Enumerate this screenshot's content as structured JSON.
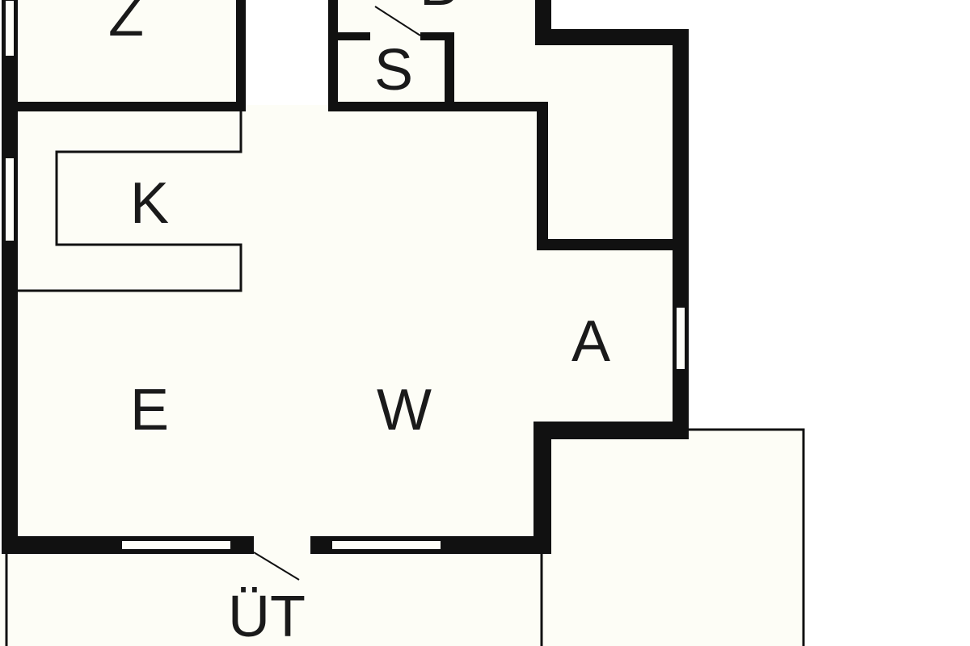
{
  "plan": {
    "title": "",
    "colors": {
      "wall": "#111111",
      "floor": "#fdfdf6",
      "background": "#ffffff"
    },
    "rooms": [
      {
        "id": "z",
        "label": "Z"
      },
      {
        "id": "b",
        "label": "B"
      },
      {
        "id": "s",
        "label": "S"
      },
      {
        "id": "k",
        "label": "K"
      },
      {
        "id": "a",
        "label": "A"
      },
      {
        "id": "e",
        "label": "E"
      },
      {
        "id": "w",
        "label": "W"
      },
      {
        "id": "ut",
        "label": "ÜT"
      }
    ]
  }
}
